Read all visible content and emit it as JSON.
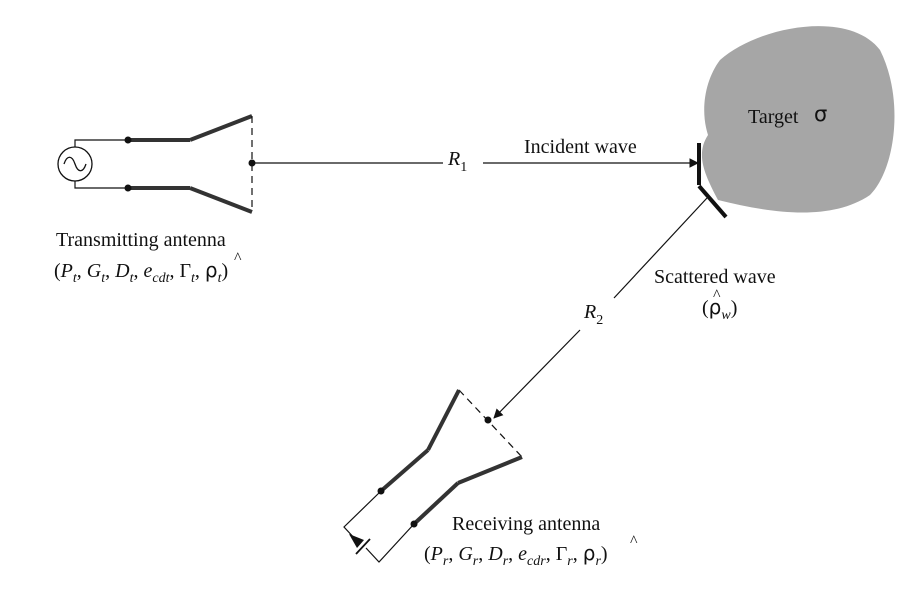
{
  "labels": {
    "target": "Target",
    "target_symbol": "σ",
    "incident_wave": "Incident wave",
    "scattered_wave": "Scattered wave",
    "transmitting_antenna": "Transmitting antenna",
    "receiving_antenna": "Receiving antenna",
    "r1": {
      "main": "R",
      "sub": "1"
    },
    "r2": {
      "main": "R",
      "sub": "2"
    }
  },
  "scattered_params": {
    "rho": "ρ",
    "hat": "^",
    "sub": "w"
  },
  "transmit_params": [
    {
      "main": "P",
      "sub": "t"
    },
    {
      "main": "G",
      "sub": "t"
    },
    {
      "main": "D",
      "sub": "t"
    },
    {
      "main": "e",
      "sub": "cdt"
    },
    {
      "main": "Γ",
      "sub": "t"
    },
    {
      "main": "ρ",
      "sub": "t"
    }
  ],
  "receive_params": [
    {
      "main": "P",
      "sub": "r"
    },
    {
      "main": "G",
      "sub": "r"
    },
    {
      "main": "D",
      "sub": "r"
    },
    {
      "main": "e",
      "sub": "cdr"
    },
    {
      "main": "Γ",
      "sub": "r"
    },
    {
      "main": "ρ",
      "sub": "r"
    }
  ],
  "colors": {
    "line": "#111111",
    "antenna": "#333333",
    "target_fill": "#a6a6a6"
  }
}
